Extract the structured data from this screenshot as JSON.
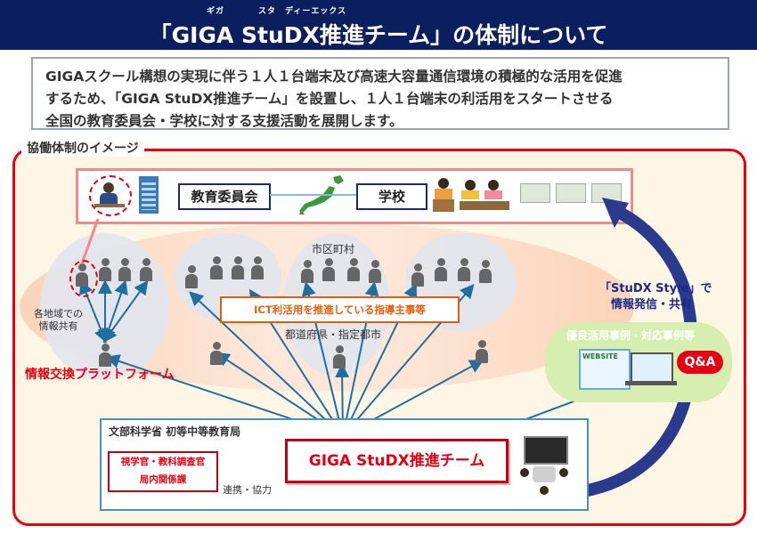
{
  "header": {
    "ruby_giga": "ギガ",
    "ruby_studx": "スタ　ディーエックス",
    "title": "「GIGA StuDX推進チーム」の体制について"
  },
  "intro": {
    "line1": "GIGAスクール構想の実現に伴う１人１台端末及び高速大容量通信環境の積極的な活用を促進",
    "line2": "するため、「GIGA StuDX推進チーム」を設置し、１人１台端末の利活用をスタートさせる",
    "line3": "全国の教育委員会・学校に対する支援活動を展開します。"
  },
  "diagram": {
    "section_title": "協働体制のイメージ",
    "board_label": "教育委員会",
    "school_label": "学校",
    "municipality_label": "市区町村",
    "ict_label": "ICT利活用を推進している指導主事等",
    "prefecture_label": "都道府県・指定都市",
    "regional_share": "各地域での\n情報共有",
    "platform_label": "情報交換プラットフォーム",
    "style_label_1": "「StuDX Style」で",
    "style_label_2": "情報発信・共有",
    "examples_label": "優良活用事例・対応事例等",
    "qa_label": "Q&A",
    "website_label": "WEBSITE",
    "mext_label": "文部科学省 初等中等教育局",
    "gov_line1": "視学官・教科調査官",
    "gov_line2": "局内関係課",
    "coop_label": "連携・協力",
    "team_label": "GIGA StuDX推進チーム"
  },
  "colors": {
    "title_bg": "#0b1f5e",
    "frame_red": "#e60012",
    "ict_orange": "#e85b0a",
    "arrow_blue": "#1f6fa0",
    "style_arrow": "#1a2a8c"
  }
}
